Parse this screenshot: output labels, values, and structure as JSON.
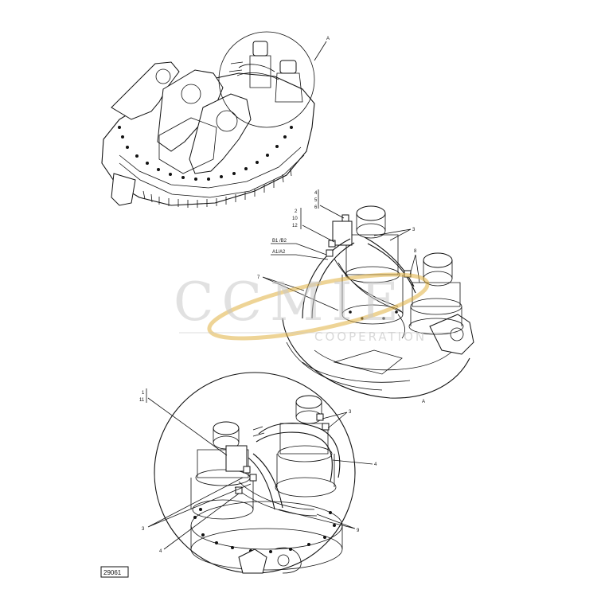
{
  "figure_number": "29061",
  "watermark": {
    "main": "CCMIE",
    "sub": "COOPERATION"
  },
  "callouts": {
    "view_a_top": "A",
    "view_a_mid": "A",
    "group_4_5_6": [
      "4",
      "5",
      "6"
    ],
    "group_2_10_12": [
      "2",
      "10",
      "12"
    ],
    "b1b2": "B1 /B2",
    "a1a2": "A1/A2",
    "mid_3": "3",
    "mid_8": "8",
    "mid_7": "7",
    "group_1_11": [
      "1",
      "11"
    ],
    "low_3_top": "3",
    "low_4_right": "4",
    "low_3_left": "3",
    "low_4_left": "4",
    "low_9": "9"
  },
  "colors": {
    "line": "#111111",
    "watermark": "#c9c9c9",
    "watermark_accent": "#e0b040"
  }
}
